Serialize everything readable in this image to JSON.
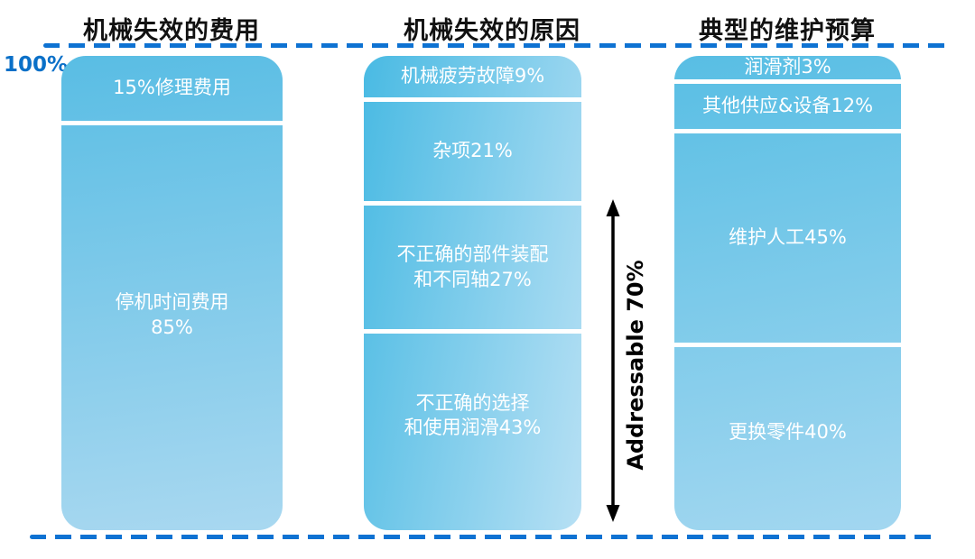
{
  "axis": {
    "top_label": "100%"
  },
  "annotation": {
    "label": "Addressable 70%",
    "value": 70
  },
  "colors": {
    "dashed_line": "#0e72d2",
    "axis_label": "#0a70c8",
    "bar_gradient_start": "#4fbce4",
    "bar_gradient_end": "#b0dcf2",
    "segment_text": "#ffffff",
    "title_text": "#111111"
  },
  "chart_data": {
    "type": "bar",
    "subtype": "100%-stacked-columns",
    "unit": "%",
    "ylim": [
      0,
      100
    ],
    "y_top_label": "100%",
    "grid": false,
    "columns": [
      {
        "title": "机械失效的费用",
        "segments": [
          {
            "label": "15%修理费用",
            "value": 15
          },
          {
            "label": "停机时间费用\n85%",
            "value": 85
          }
        ]
      },
      {
        "title": "机械失效的原因",
        "segments": [
          {
            "label": "机械疲劳故障9%",
            "value": 9
          },
          {
            "label": "杂项21%",
            "value": 21
          },
          {
            "label": "不正确的部件装配\n和不同轴27%",
            "value": 27
          },
          {
            "label": "不正确的选择\n和使用润滑43%",
            "value": 43
          }
        ],
        "annotation": {
          "label": "Addressable 70%",
          "value": 70,
          "covers_segments": [
            27,
            43
          ]
        }
      },
      {
        "title": "典型的维护预算",
        "segments": [
          {
            "label": "润滑剂3%",
            "value": 3
          },
          {
            "label": "其他供应&设备12%",
            "value": 12
          },
          {
            "label": "维护人工45%",
            "value": 45
          },
          {
            "label": "更换零件40%",
            "value": 40
          }
        ]
      }
    ]
  }
}
